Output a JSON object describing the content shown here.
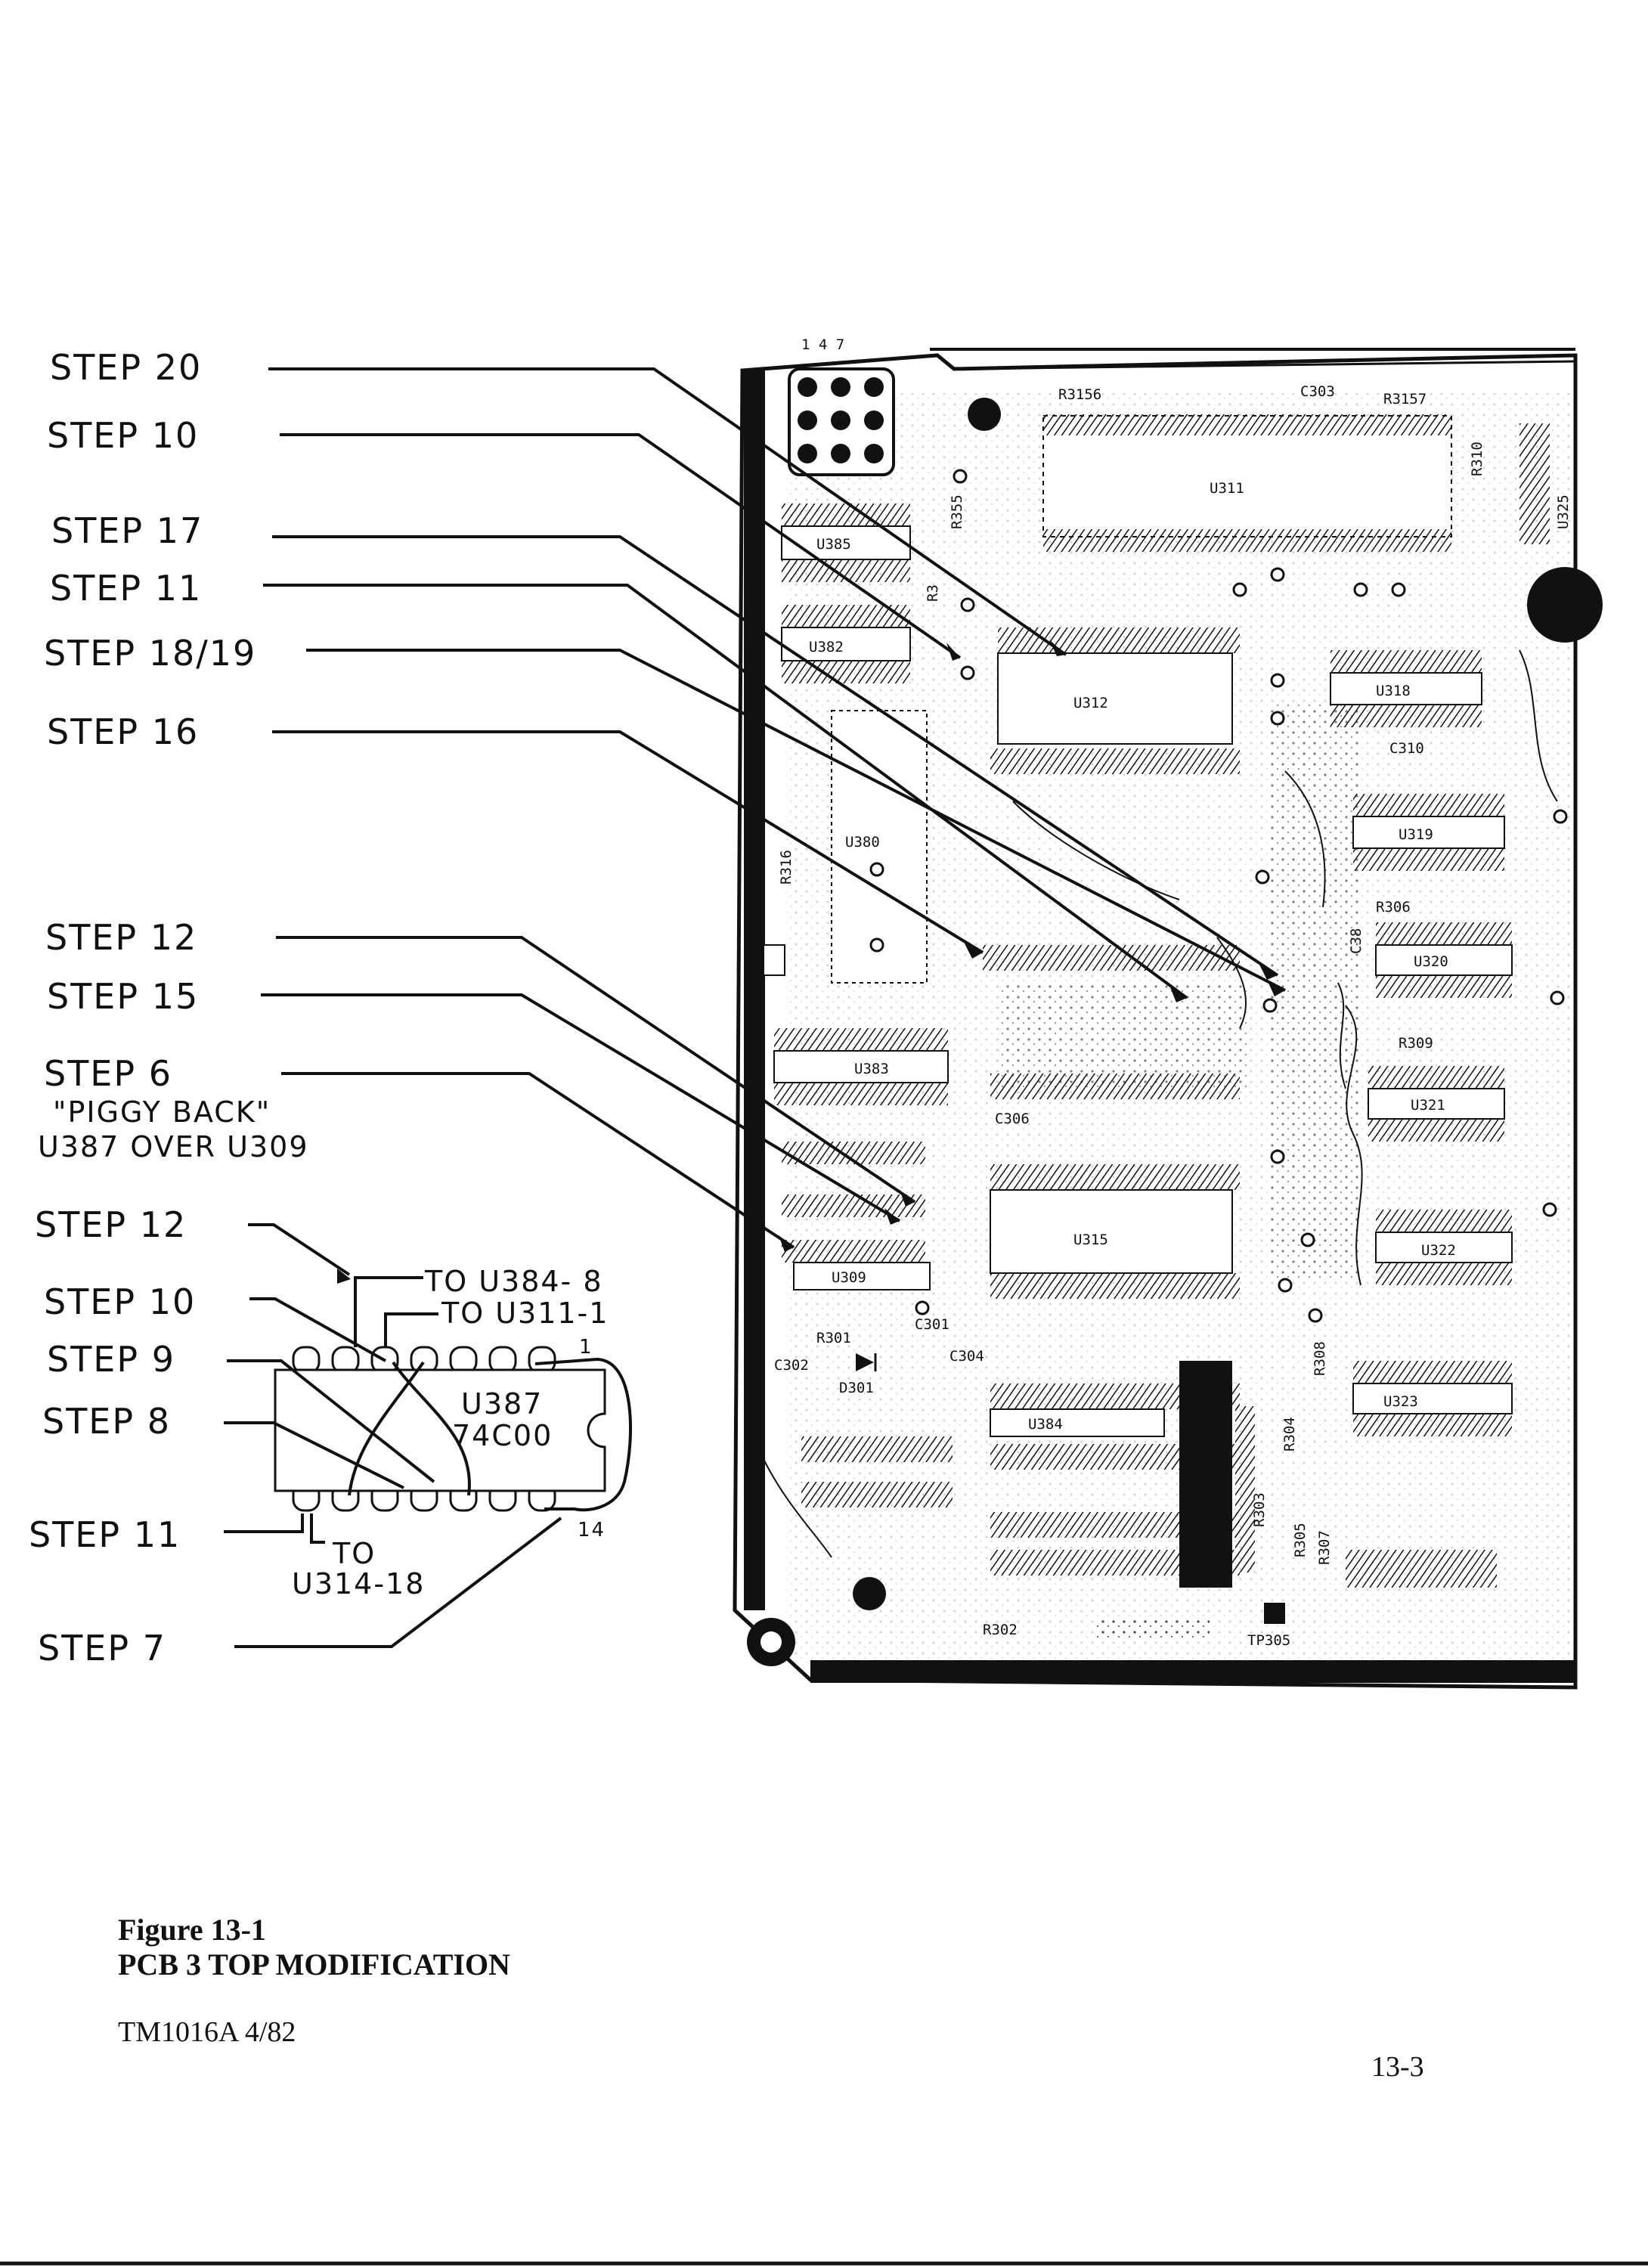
{
  "steps": {
    "s20": "STEP 20",
    "s10a": "STEP 10",
    "s17": "STEP 17",
    "s11a": "STEP 11",
    "s1819": "STEP 18/19",
    "s16": "STEP 16",
    "s12a": "STEP 12",
    "s15": "STEP 15",
    "s6": "STEP 6",
    "s6_note1": "\"PIGGY BACK\"",
    "s6_note2": "U387 OVER U309",
    "s12b": "STEP 12",
    "s10b": "STEP 10",
    "s9": "STEP 9",
    "s8": "STEP 8",
    "s11b": "STEP 11",
    "s7": "STEP 7"
  },
  "chip": {
    "name": "U387",
    "part": "74C00",
    "pin1": "1",
    "pin14": "14",
    "to_u384": "TO U384- 8",
    "to_u311": "TO U311-1",
    "to_u314_a": "TO",
    "to_u314_b": "U314-18"
  },
  "pcb": {
    "header_nums": "1   4   7",
    "labels": {
      "r3156": "R3156",
      "c3xx": "C303",
      "r3157": "R3157",
      "r310": "R310",
      "u323_top": "U325",
      "u311": "U311",
      "r355": "R355",
      "u385": "U385",
      "r3x": "R3",
      "u382": "U382",
      "u312": "U312",
      "u318": "U318",
      "c310": "C310",
      "u319": "U319",
      "r316": "R316",
      "u380": "U380",
      "r306": "R306",
      "u320": "U320",
      "c38": "C38",
      "r309": "R309",
      "u383": "U383",
      "c306": "C306",
      "u321": "U321",
      "u315": "U315",
      "u322": "U322",
      "u309": "U309",
      "r301": "R301",
      "c301": "C301",
      "c304": "C304",
      "c302": "C302",
      "d301": "D301",
      "u384": "U384",
      "r308": "R308",
      "r304": "R304",
      "u323": "U323",
      "r303": "R303",
      "r305": "R305",
      "r307": "R307",
      "r302": "R302",
      "tp305": "TP305"
    }
  },
  "caption": {
    "figure": "Figure 13-1",
    "title": "PCB 3 TOP MODIFICATION",
    "doc_id": "TM1016A  4/82",
    "page": "13-3"
  }
}
